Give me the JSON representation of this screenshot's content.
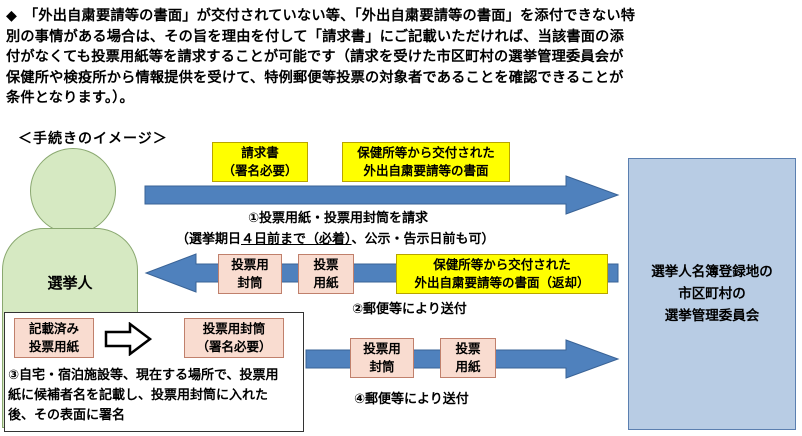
{
  "intro": {
    "bullet": "◆",
    "line1": "「外出自粛要請等の書面」が交付されていない等、「外出自粛要請等の書面」を添付できない特",
    "line2": "別の事情がある場合は、その旨を理由を付して「請求書」にご記載いただければ、当該書面の添",
    "line3": "付がなくても投票用紙等を請求することが可能です（請求を受けた市区町村の選挙管理委員会が",
    "line4": "保健所や検疫所から情報提供を受けて、特例郵便等投票の対象者であることを確認できることが",
    "line5": "条件となります。）。"
  },
  "subhead": "＜手続きのイメージ＞",
  "voter_label": "選挙人",
  "committee": {
    "line1": "選挙人名簿登録地の",
    "line2": "市区町村の",
    "line3": "選挙管理委員会"
  },
  "step1": {
    "request_line1": "請求書",
    "request_line2": "（署名必要）",
    "health_line1": "保健所等から交付された",
    "health_line2": "外出自粛要請等の書面",
    "caption": "①投票用紙・投票用封筒を請求",
    "deadline_pre": "（選挙期日",
    "deadline_u": "４日前まで（必着）",
    "deadline_post": "、公示・告示日前も可）"
  },
  "step2": {
    "envelope_line1": "投票用",
    "envelope_line2": "封筒",
    "ballot_line1": "投票",
    "ballot_line2": "用紙",
    "health_line1": "保健所等から交付された",
    "health_line2": "外出自粛要請等の書面（返却）",
    "caption": "②郵便等により送付"
  },
  "step3": {
    "filled_line1": "記載済み",
    "filled_line2": "投票用紙",
    "sealed_line1": "投票用封筒",
    "sealed_line2": "（署名必要）",
    "caption1": "③自宅・宿泊施設等、現在する場所で、投票用",
    "caption2": "紙に候補者名を記載し、投票用封筒に入れた",
    "caption3": "後、その表面に署名"
  },
  "step4": {
    "envelope_line1": "投票用",
    "envelope_line2": "封筒",
    "ballot_line1": "投票",
    "ballot_line2": "用紙",
    "caption": "④郵便等により送付"
  },
  "colors": {
    "person": "#d6e9c2",
    "committee": "#b8cce4",
    "arrow": "#4f81bd",
    "highlight": "#ffff00",
    "paper": "#f9dcd0"
  }
}
